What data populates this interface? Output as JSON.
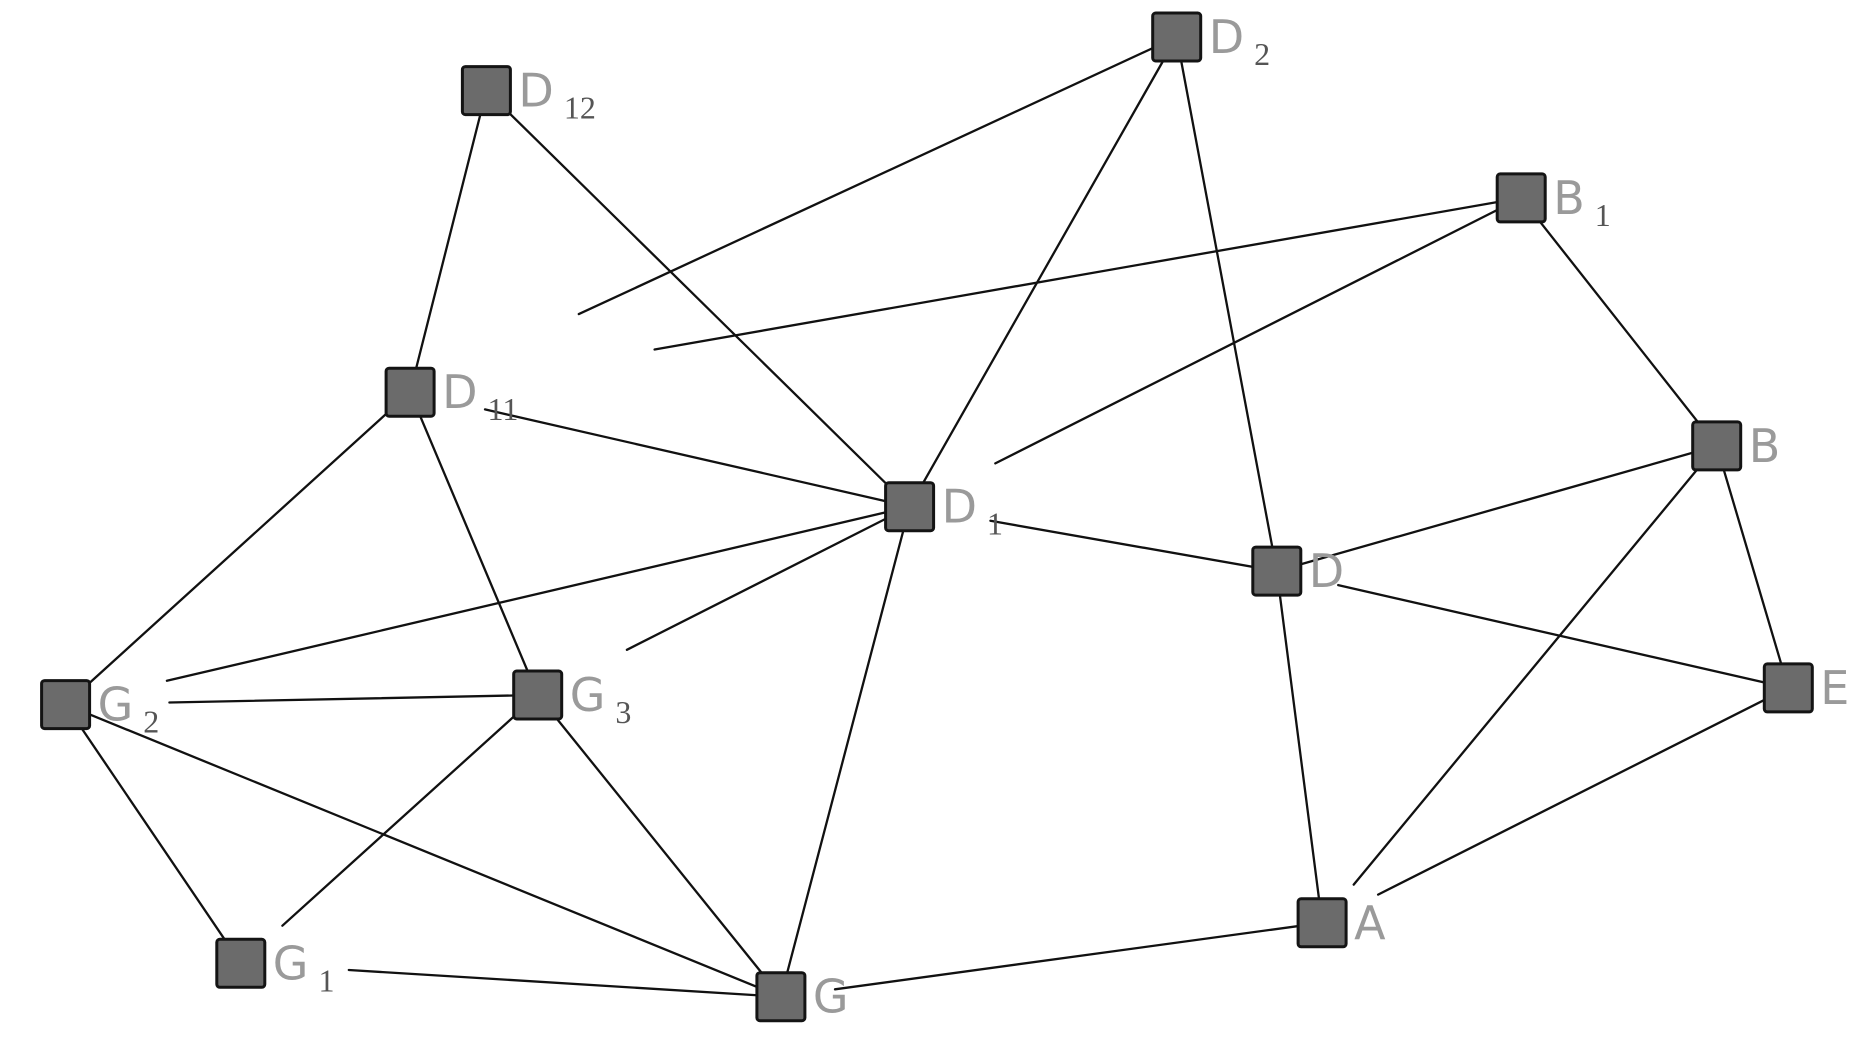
{
  "graph": {
    "nodes": [
      {
        "id": "D12",
        "letter": "D",
        "sub": "12"
      },
      {
        "id": "D2",
        "letter": "D",
        "sub": "2"
      },
      {
        "id": "B1",
        "letter": "B",
        "sub": "1"
      },
      {
        "id": "D11",
        "letter": "D",
        "sub": "11"
      },
      {
        "id": "D1",
        "letter": "D",
        "sub": "1"
      },
      {
        "id": "B",
        "letter": "B",
        "sub": ""
      },
      {
        "id": "D",
        "letter": "D",
        "sub": ""
      },
      {
        "id": "E",
        "letter": "E",
        "sub": ""
      },
      {
        "id": "G2",
        "letter": "G",
        "sub": "2"
      },
      {
        "id": "G3",
        "letter": "G",
        "sub": "3"
      },
      {
        "id": "A",
        "letter": "A",
        "sub": ""
      },
      {
        "id": "G1",
        "letter": "G",
        "sub": "1"
      },
      {
        "id": "G",
        "letter": "G",
        "sub": ""
      }
    ],
    "edges": [
      [
        "D12",
        "D11"
      ],
      [
        "D12",
        "D1"
      ],
      [
        "D2",
        "D11"
      ],
      [
        "D2",
        "D1"
      ],
      [
        "D2",
        "D"
      ],
      [
        "B1",
        "D11"
      ],
      [
        "B1",
        "D1"
      ],
      [
        "B1",
        "B"
      ],
      [
        "D11",
        "D1"
      ],
      [
        "D11",
        "G2"
      ],
      [
        "D11",
        "G3"
      ],
      [
        "D1",
        "D"
      ],
      [
        "D1",
        "G2"
      ],
      [
        "D1",
        "G3"
      ],
      [
        "D1",
        "G"
      ],
      [
        "B",
        "D"
      ],
      [
        "B",
        "E"
      ],
      [
        "B",
        "A"
      ],
      [
        "D",
        "E"
      ],
      [
        "D",
        "A"
      ],
      [
        "E",
        "A"
      ],
      [
        "G2",
        "G3"
      ],
      [
        "G2",
        "G1"
      ],
      [
        "G2",
        "G"
      ],
      [
        "G3",
        "G1"
      ],
      [
        "G3",
        "G"
      ],
      [
        "G1",
        "G"
      ],
      [
        "G",
        "A"
      ]
    ],
    "colors": {
      "node_fill": "#6b6b6b",
      "node_border": "#141414",
      "edge": "#111111",
      "label_letter": "#9a9a9a",
      "label_subscript": "#555555",
      "background": "#ffffff"
    }
  }
}
